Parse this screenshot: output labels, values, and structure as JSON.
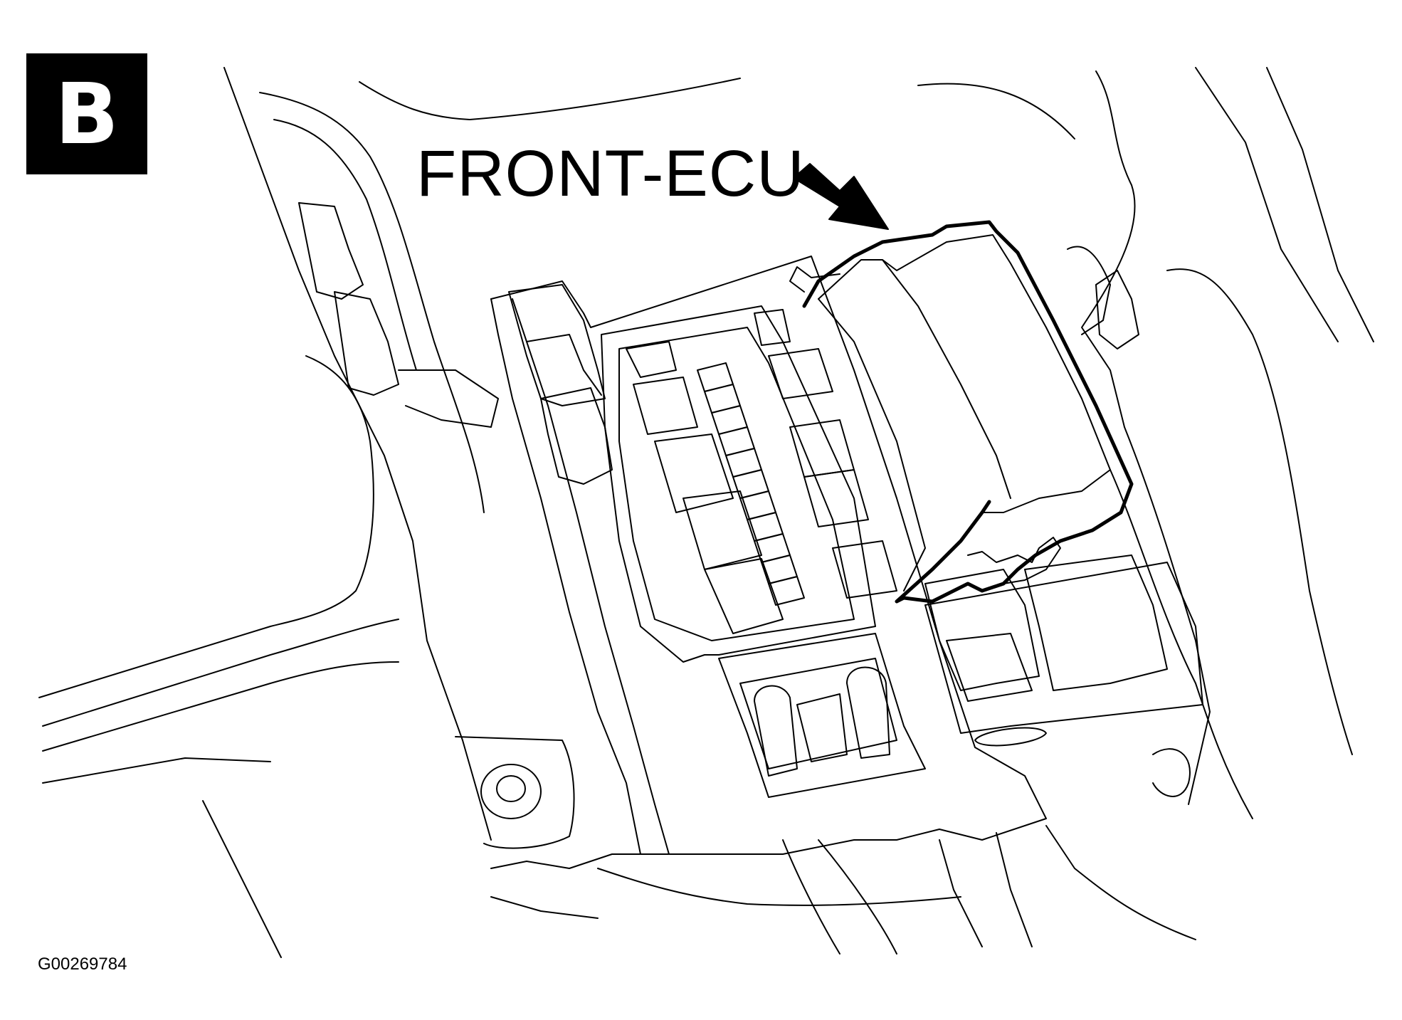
{
  "figure": {
    "badge_letter": "B",
    "callout_label": "FRONT-ECU",
    "figure_id": "G00269784"
  },
  "colors": {
    "ink": "#000000",
    "paper": "#ffffff"
  }
}
